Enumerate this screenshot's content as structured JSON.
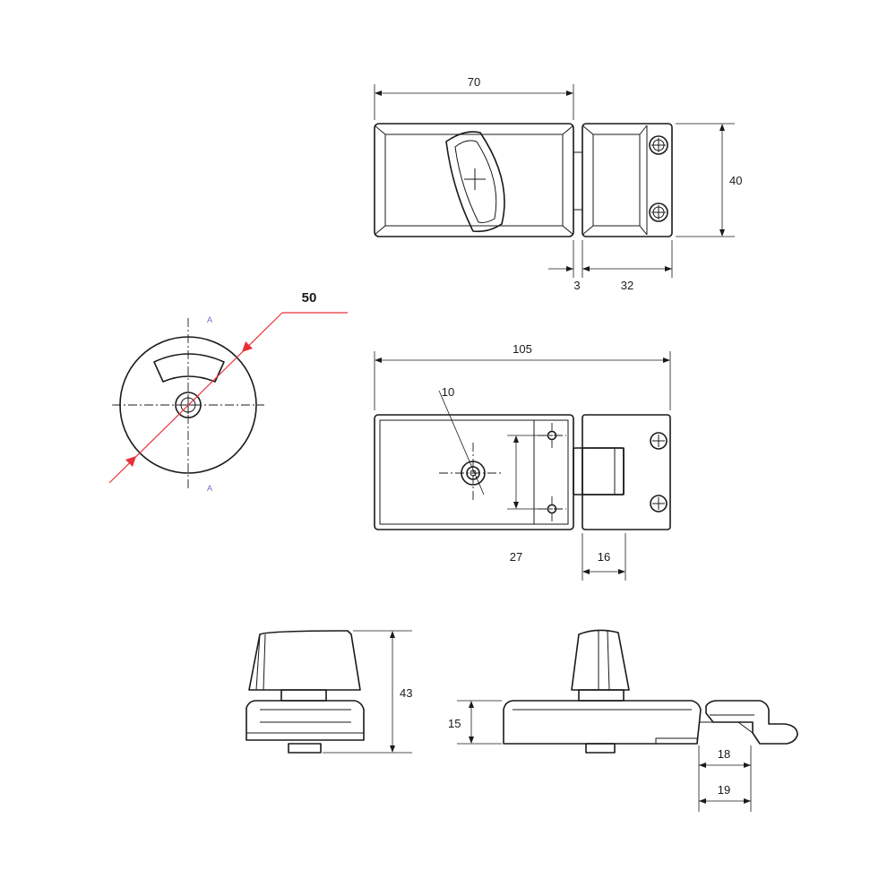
{
  "dimensions": {
    "top_width": "70",
    "top_height": "40",
    "top_gap": "3",
    "top_strike": "32",
    "front_length": "105",
    "front_spindle": "10",
    "front_holes": "27",
    "front_bolt": "16",
    "indicator_diameter": "50",
    "side_height": "43",
    "body_depth": "15",
    "strike_a": "18",
    "strike_b": "19"
  },
  "section_marks": {
    "top": "A",
    "bottom": "A"
  },
  "colors": {
    "line": "#1a1a1a",
    "accent": "#e8313a"
  }
}
